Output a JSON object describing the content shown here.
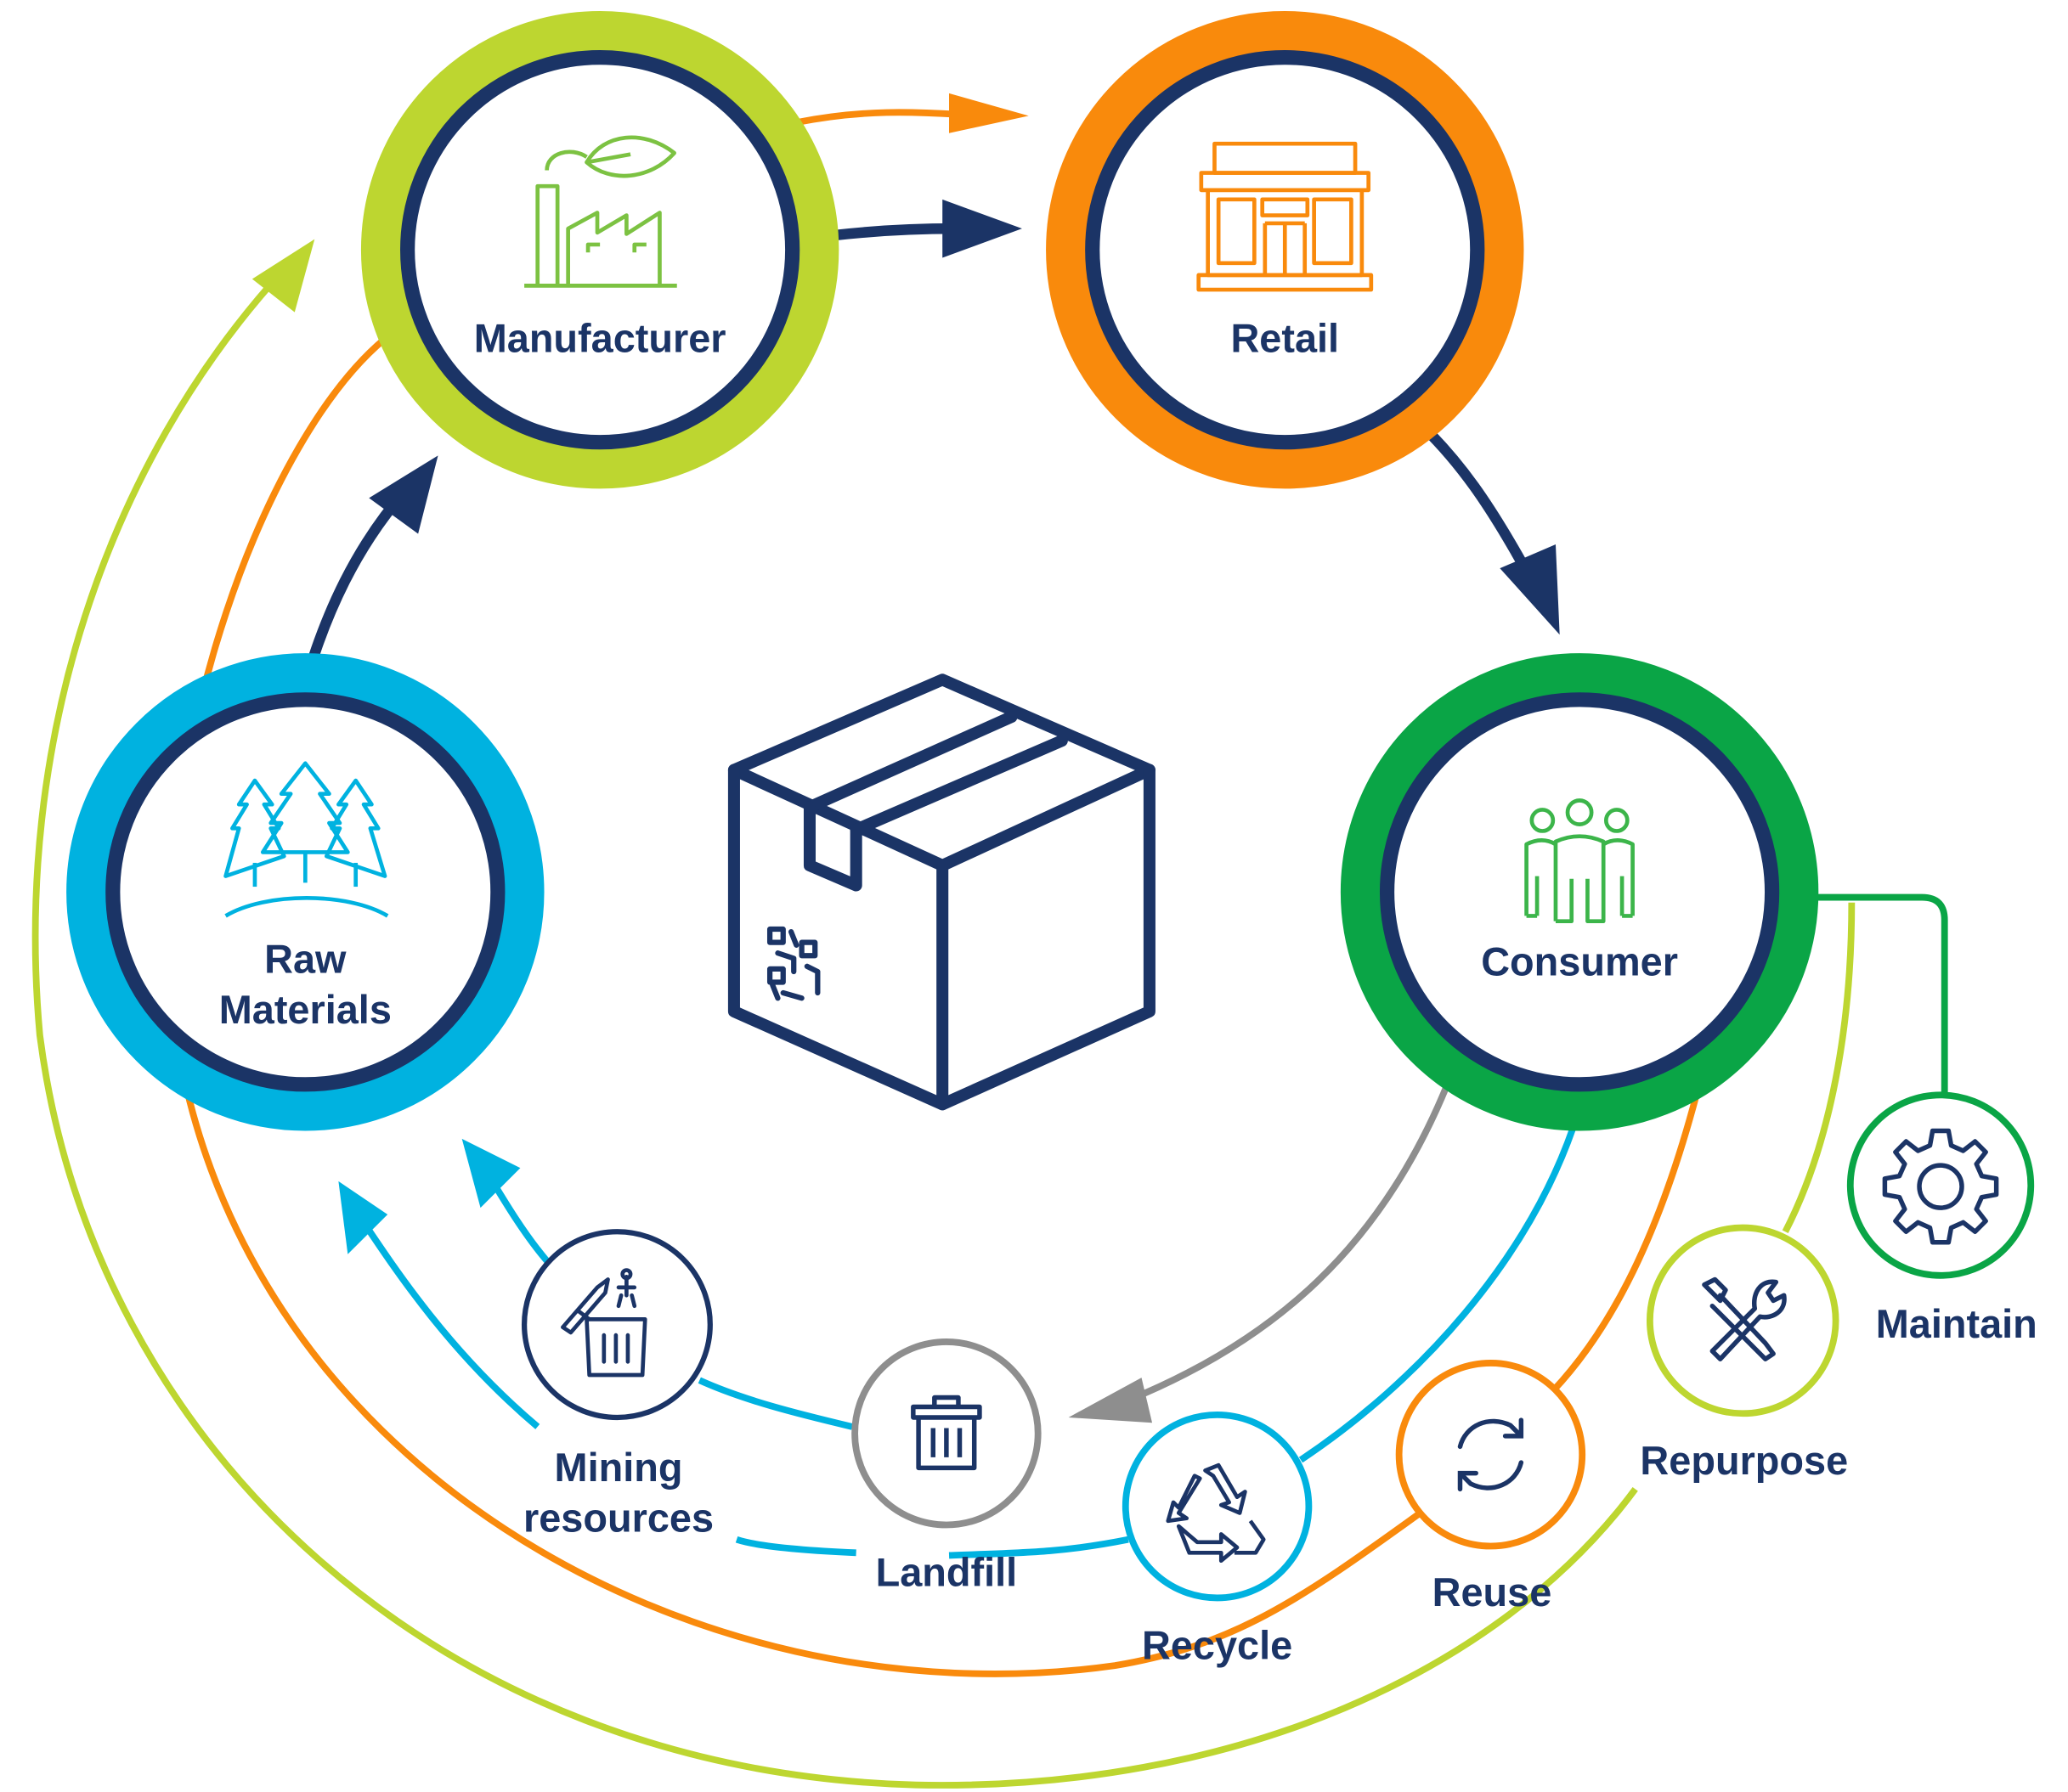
{
  "colors": {
    "navy": "#1b3466",
    "lime": "#bdd630",
    "orange": "#f98a0c",
    "cyan": "#00b2e0",
    "green": "#0aa546",
    "gray": "#8e8e8e",
    "factory_icon": "#7cc242",
    "people_icon": "#3cb54a"
  },
  "nodes": {
    "manufacturer": {
      "label": "Manufacturer",
      "icon": "factory-leaf-icon"
    },
    "retail": {
      "label": "Retail",
      "icon": "storefront-icon"
    },
    "consumer": {
      "label": "Consumer",
      "icon": "people-group-icon"
    },
    "raw_materials": {
      "label_line1": "Raw",
      "label_line2": "Materials",
      "icon": "trees-icon"
    }
  },
  "center": {
    "icon": "package-box-qr-icon"
  },
  "end_of_life": {
    "maintain": {
      "label": "Maintain",
      "icon": "gear-icon"
    },
    "repurpose": {
      "label": "Repurpose",
      "icon": "wrench-screwdriver-icon"
    },
    "reuse": {
      "label": "Reuse",
      "icon": "refresh-cycle-icon"
    },
    "recycle": {
      "label": "Recycle",
      "icon": "recycle-icon"
    },
    "landfill": {
      "label": "Landfill",
      "icon": "trash-bin-icon"
    },
    "mining": {
      "label_line1": "Mining",
      "label_line2": "resources",
      "icon": "mining-bin-icon"
    }
  }
}
